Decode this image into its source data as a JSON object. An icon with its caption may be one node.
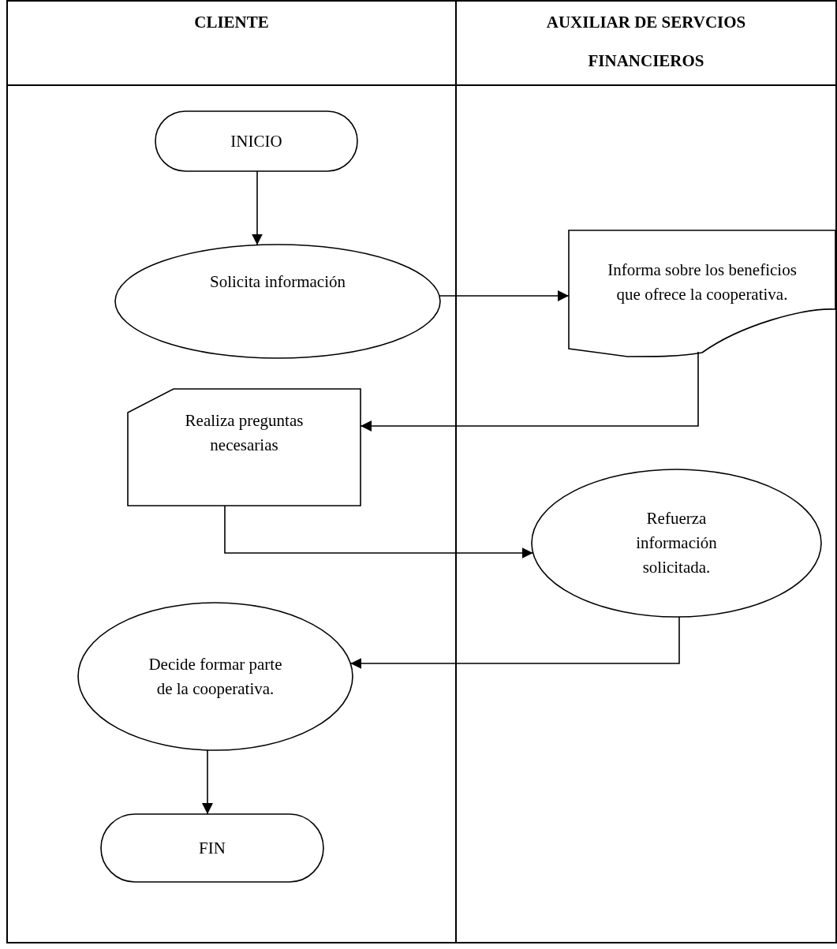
{
  "diagram": {
    "nodes": [
      {
        "text": [
          "CLIENTE"
        ]
      },
      {
        "text": [
          "AUXILIAR DE SERVCIOS FINANCIEROS"
        ]
      },
      {
        "text": [
          "INICIO"
        ],
        "in": 0
      },
      {
        "text": [
          "Solicita información"
        ],
        "in": 0
      },
      {
        "text": [
          "Informa sobre los beneficios que ofrece la cooperativa."
        ],
        "in": 1
      },
      {
        "text": [
          "Realiza preguntas necesarias"
        ],
        "in": 0
      },
      {
        "text": [
          "Refuerza información solicitada."
        ],
        "in": 1
      },
      {
        "text": [
          "Decide formar parte de la cooperativa."
        ],
        "in": 0
      },
      {
        "text": [
          "FIN"
        ],
        "in": 0
      }
    ],
    "edges": [
      {
        "from": 2,
        "to": 3,
        "arrow": "to"
      },
      {
        "from": 3,
        "to": 4,
        "arrow": "to"
      },
      {
        "from": 4,
        "to": 5,
        "arrow": "to"
      },
      {
        "from": 5,
        "to": 6,
        "arrow": "to"
      },
      {
        "from": 6,
        "to": 7,
        "arrow": "to"
      },
      {
        "from": 7,
        "to": 8,
        "arrow": "to"
      }
    ]
  }
}
